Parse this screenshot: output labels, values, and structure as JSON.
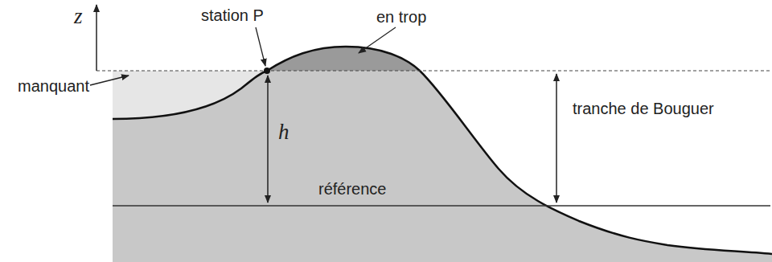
{
  "diagram": {
    "labels": [
      "z",
      "station P",
      "en trop",
      "manquant",
      "h",
      "tranche de Bouguer",
      "référence"
    ]
  }
}
